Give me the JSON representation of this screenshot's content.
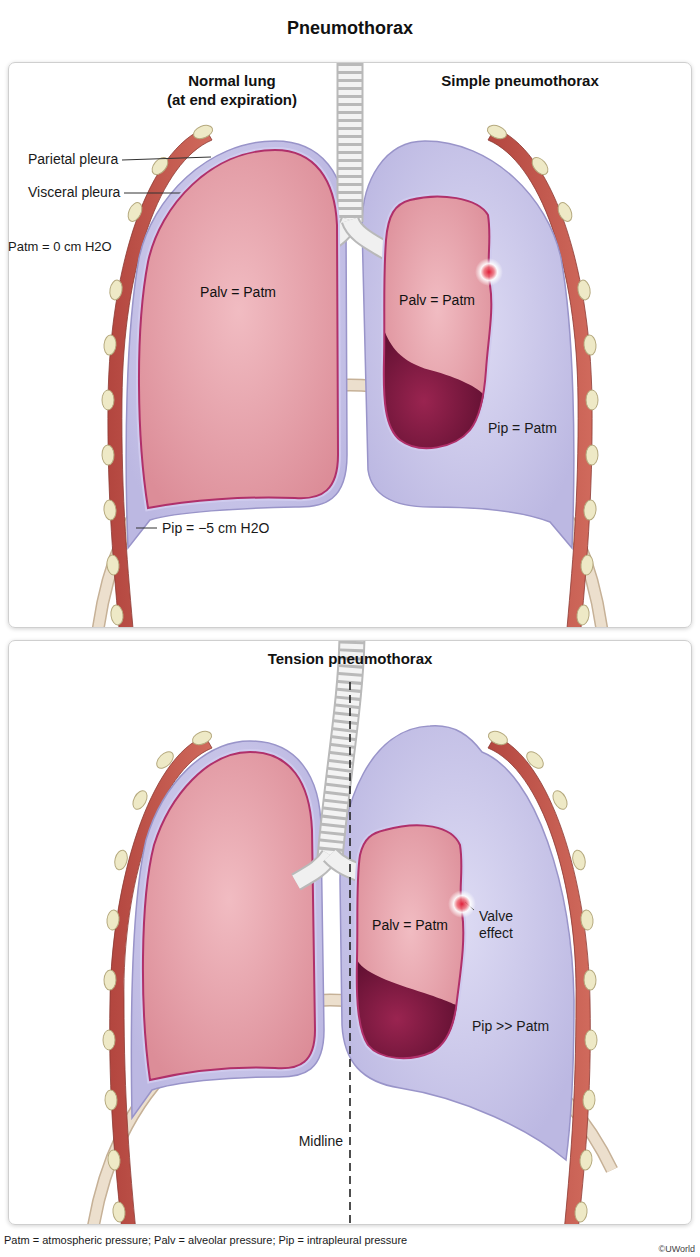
{
  "diagram": {
    "title": "Pneumothorax",
    "nodes": [
      {
        "text": [
          "Normal lung",
          "(at end expiration)",
          "Simple pneumothorax"
        ]
      },
      {
        "text": [
          "Palv = Patm"
        ],
        "in": 0
      },
      {
        "text": [
          "Palv = Patm"
        ],
        "in": 0
      },
      {
        "text": [
          "Tension pneumothorax"
        ]
      },
      {
        "text": [
          "Palv = Patm"
        ],
        "in": 3
      }
    ],
    "labels": [
      "Parietal pleura",
      "Visceral pleura",
      "Patm = 0 cm H2O",
      "Pip = −5 cm H2O",
      "Pip = Patm",
      "Valve effect",
      "Pip >> Patm",
      "Midline",
      "Patm = atmospheric pressure; Palv = alveolar pressure; Pip = intrapleural pressure",
      "©UWorld"
    ]
  }
}
